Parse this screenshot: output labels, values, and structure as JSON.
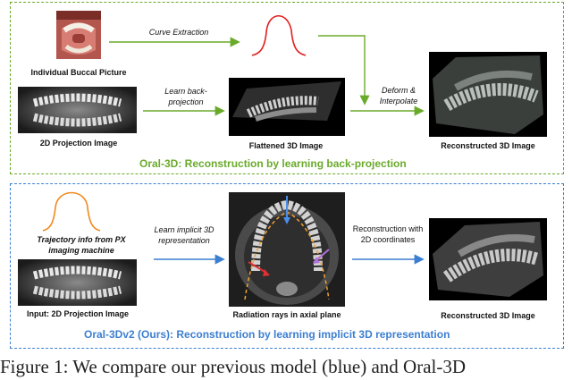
{
  "top_panel": {
    "title": "Oral-3D: Reconstruction by learning back-projection",
    "title_color": "#6aaa2a",
    "buccal_label": "Individual Buccal Picture",
    "curve_extraction_label": "Curve Extraction",
    "projection_label": "2D Projection Image",
    "learn_backprojection_label": "Learn back-projection",
    "flattened_label": "Flattened 3D Image",
    "deform_label": "Deform & Interpolate",
    "reconstructed_label": "Reconstructed 3D Image"
  },
  "bottom_panel": {
    "title": "Oral-3Dv2 (Ours): Reconstruction by learning implicit 3D representation",
    "title_color": "#3c7fd1",
    "trajectory_label": "Trajectory info from PX imaging machine",
    "input_label": "Input: 2D Projection Image",
    "learn_implicit_label": "Learn implicit 3D representation",
    "radiation_label": "Radiation rays in axial plane",
    "reconstruction_label": "Reconstruction with 2D coordinates",
    "reconstructed_label": "Reconstructed 3D Image"
  },
  "caption": "Figure 1: We compare our previous model (blue) and Oral-3D"
}
